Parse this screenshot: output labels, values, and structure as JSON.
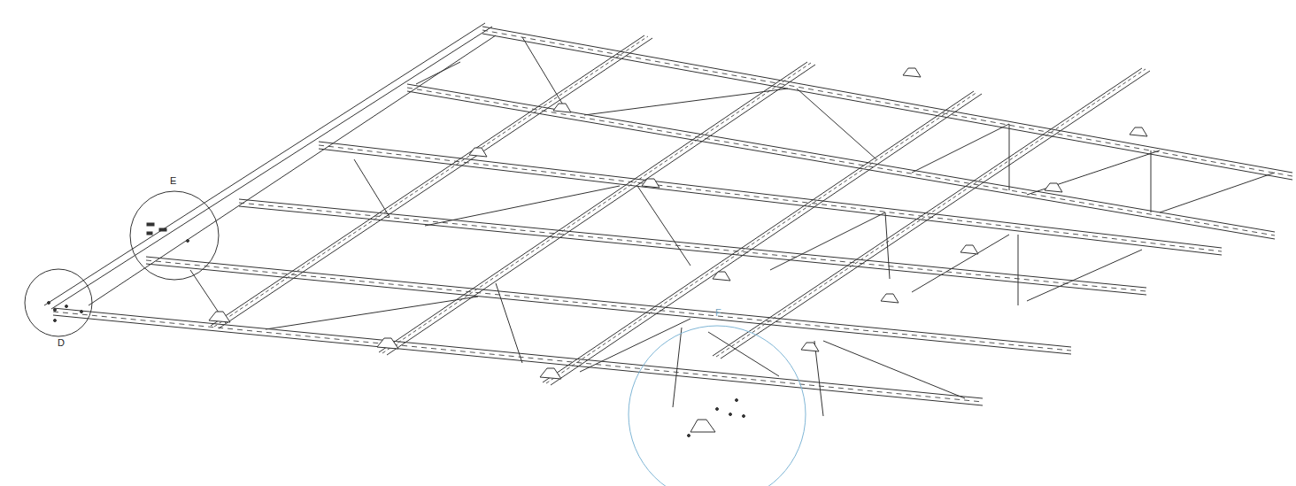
{
  "diagram": {
    "labels": [
      "E",
      "D",
      "F"
    ]
  }
}
